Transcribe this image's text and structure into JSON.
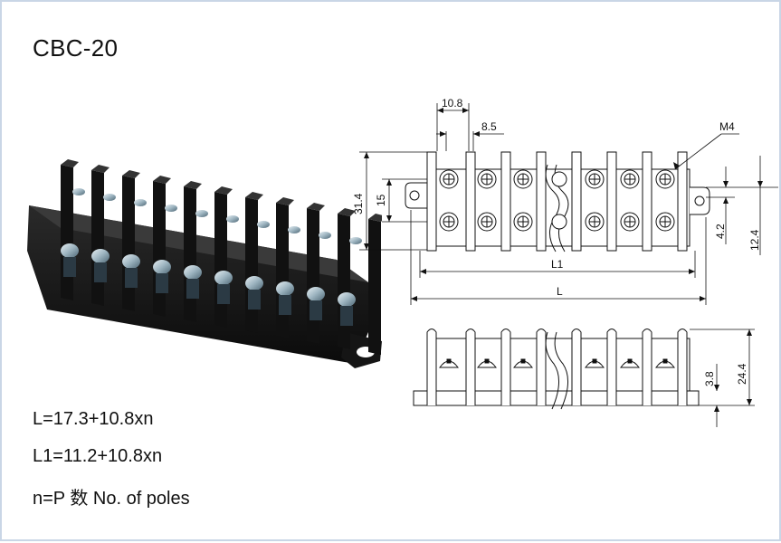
{
  "title": "CBC-20",
  "formulas": {
    "L": "L=17.3+10.8xn",
    "L1": "L1=11.2+10.8xn",
    "n": "n=P 数 No. of poles"
  },
  "dimensions": {
    "pitch": "10.8",
    "gap": "8.5",
    "screw": "M4",
    "height": "31.4",
    "hole_spacing": "15",
    "offset": "4.2",
    "foot_height": "12.4",
    "l1_label": "L1",
    "l_label": "L",
    "total_height": "24.4",
    "base_height": "3.8"
  }
}
